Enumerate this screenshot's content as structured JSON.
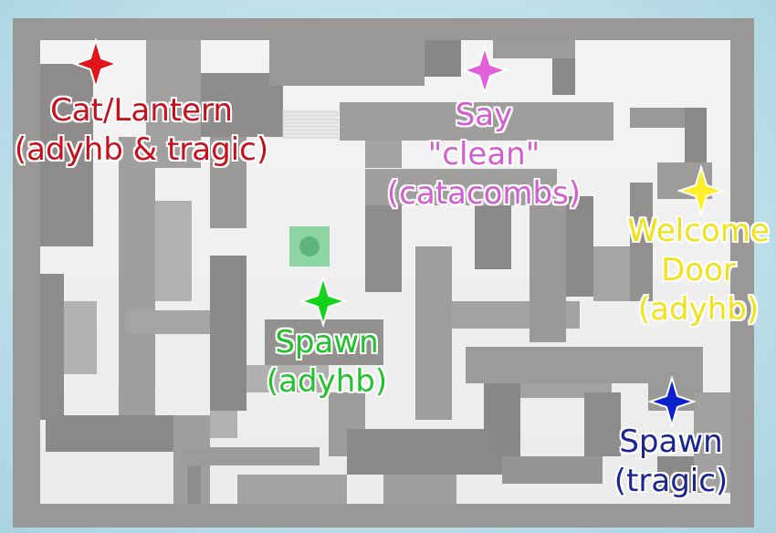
{
  "colors": {
    "red": "#e0141a",
    "pink": "#e35ed8",
    "yellow": "#fff02a",
    "green": "#13d41a",
    "blue": "#0a1fd0",
    "label_red": "#c8101c",
    "label_pink": "#d25fd0",
    "label_yellow": "#f3e21a",
    "label_green": "#22c22c",
    "label_blue": "#1a2592",
    "floor": "#f7f7f7",
    "wall_top": "#9c9999",
    "wall_side": "#7f7c7c"
  },
  "markers": {
    "cat_lantern": {
      "icon": "red-four-point-star",
      "line1": "Cat/Lantern",
      "line2": "(adyhb & tragic)"
    },
    "say_clean": {
      "icon": "pink-four-point-star",
      "line1": "Say",
      "line2": "\"clean\"",
      "line3": "(catacombs)"
    },
    "welcome_door": {
      "icon": "yellow-four-point-star",
      "line1": "Welcome",
      "line2": "Door",
      "line3": "(adyhb)"
    },
    "spawn_adyhb": {
      "icon": "green-four-point-star",
      "line1": "Spawn",
      "line2": "(adyhb)"
    },
    "spawn_tragic": {
      "icon": "blue-four-point-star",
      "line1": "Spawn",
      "line2": "(tragic)"
    }
  }
}
